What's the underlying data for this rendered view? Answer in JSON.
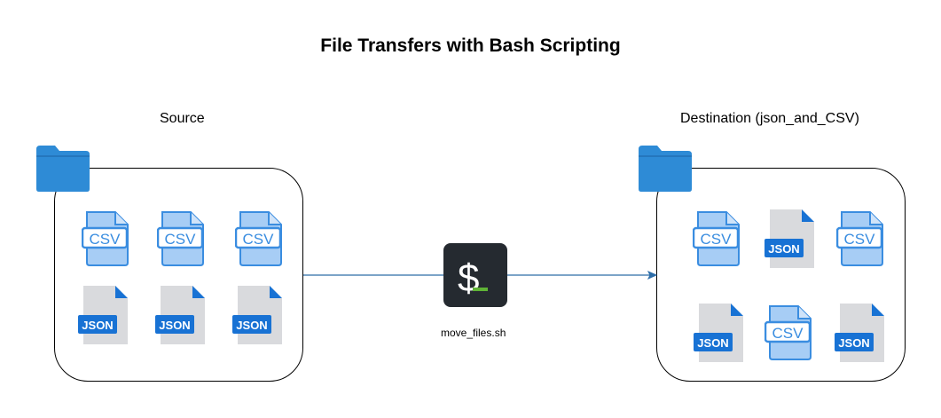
{
  "title": "File Transfers with Bash Scripting",
  "source": {
    "label": "Source",
    "files": [
      "CSV",
      "CSV",
      "CSV",
      "JSON",
      "JSON",
      "JSON"
    ]
  },
  "destination": {
    "label": "Destination (json_and_CSV)",
    "files": [
      "CSV",
      "JSON",
      "CSV",
      "JSON",
      "CSV",
      "JSON"
    ]
  },
  "script": {
    "label": "move_files.sh",
    "prompt_glyph": "$"
  },
  "colors": {
    "folder": "#2E8BD6",
    "csv_fill": "#A7CDF5",
    "csv_stroke": "#3A8DE0",
    "json_page": "#D9DADD",
    "json_badge": "#1872D4",
    "terminal_bg": "#252A30",
    "terminal_cursor": "#5FB336",
    "arrow": "#2D6DA8"
  }
}
